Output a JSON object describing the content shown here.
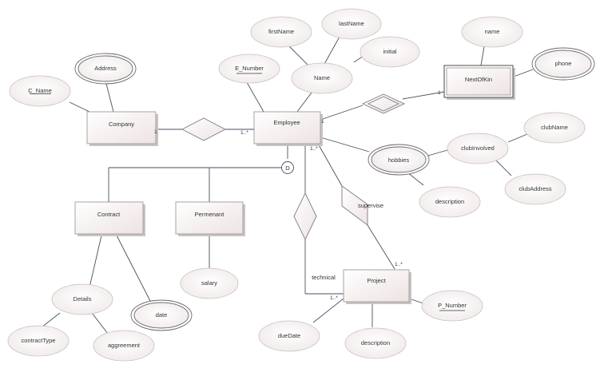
{
  "entities": {
    "company": "Company",
    "employee": "Employee",
    "next_of_kin": "NextOfKin",
    "contract": "Contract",
    "permanent": "Permenant",
    "project": "Project"
  },
  "attributes": {
    "c_name": "C_Name",
    "address": "Address",
    "e_number": "E_Number",
    "first_name": "firstName",
    "last_name": "lastName",
    "initial": "initial",
    "name_composite": "Name",
    "kin_name": "name",
    "phone": "phone",
    "hobbies": "hobbies",
    "club_involved": "clubInvolved",
    "club_name": "clubName",
    "club_address": "clubAddress",
    "club_description": "description",
    "salary": "salary",
    "details": "Details",
    "date": "date",
    "contract_type": "contractType",
    "aggreement": "aggreement",
    "due_date": "dueDate",
    "project_description": "description",
    "p_number": "P_Number"
  },
  "relationship_labels": {
    "supervise": "supervise",
    "technical": "technical"
  },
  "specialization_symbol": "D",
  "multiplicities": {
    "company_side": "1",
    "employee_company_side": "1..*",
    "employee_kin_side": "1",
    "kin_side": "1",
    "employee_bottom": "1..*",
    "project_supervise": "1..*",
    "project_technical": "1..*"
  },
  "colors": {
    "line": "#4a4f63",
    "entity_fill_top": "#ffffff",
    "entity_fill_bottom": "#efe6e6",
    "attribute_fill": "#f5efef"
  }
}
